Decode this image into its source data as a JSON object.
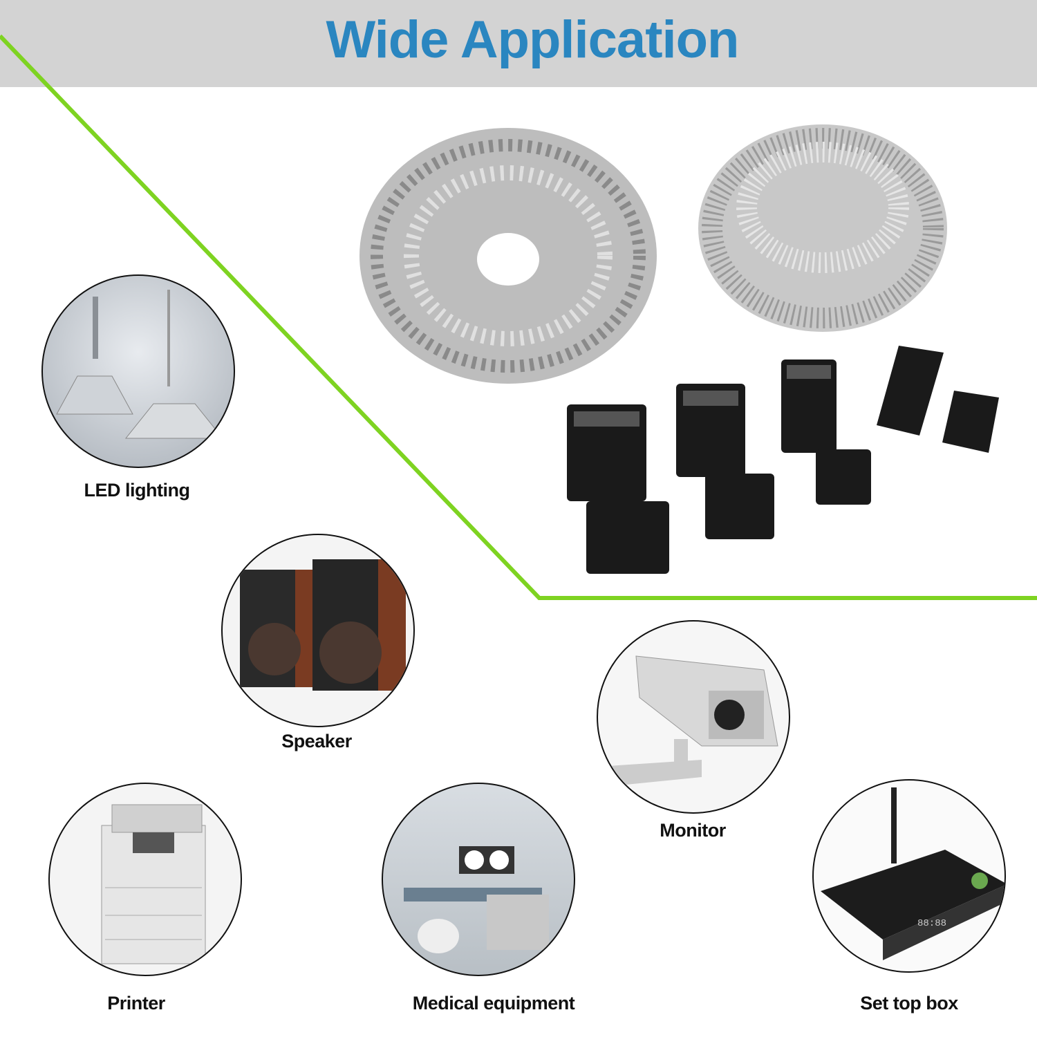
{
  "header": {
    "title": "Wide Application"
  },
  "colors": {
    "title": "#2a86c0",
    "header_bg": "#d3d3d3",
    "accent_line": "#7ed321"
  },
  "applications": [
    {
      "label": "LED lighting",
      "icon": "led-lamp-icon"
    },
    {
      "label": "Speaker",
      "icon": "speaker-icon"
    },
    {
      "label": "Monitor",
      "icon": "security-camera-icon"
    },
    {
      "label": "Printer",
      "icon": "printer-icon"
    },
    {
      "label": "Medical equipment",
      "icon": "medical-equipment-icon"
    },
    {
      "label": "Set top box",
      "icon": "set-top-box-icon"
    }
  ]
}
